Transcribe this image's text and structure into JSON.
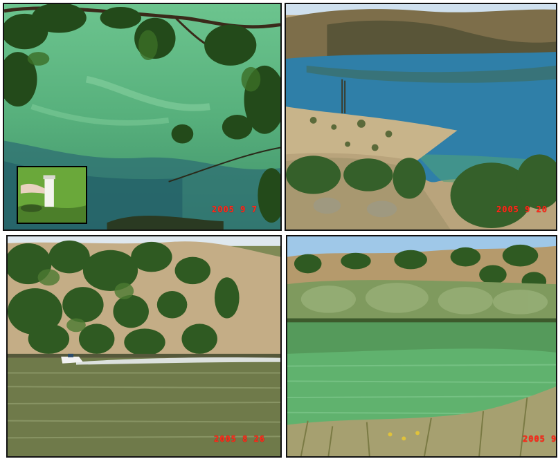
{
  "photos": [
    {
      "id": "algae-shoreline",
      "date_stamp": "2005  9  7"
    },
    {
      "id": "reservoir-hills",
      "date_stamp": "2005  9  20"
    },
    {
      "id": "boat-on-river",
      "date_stamp": "2005  8  26"
    },
    {
      "id": "green-pond",
      "date_stamp": "2005  9"
    }
  ],
  "colors": {
    "algae_green": "#5fb478",
    "deep_water": "#2f7fa8",
    "dry_hillside": "#b9a47c",
    "tree_green": "#2f5a22",
    "stamp_red": "#ff2a1a"
  }
}
